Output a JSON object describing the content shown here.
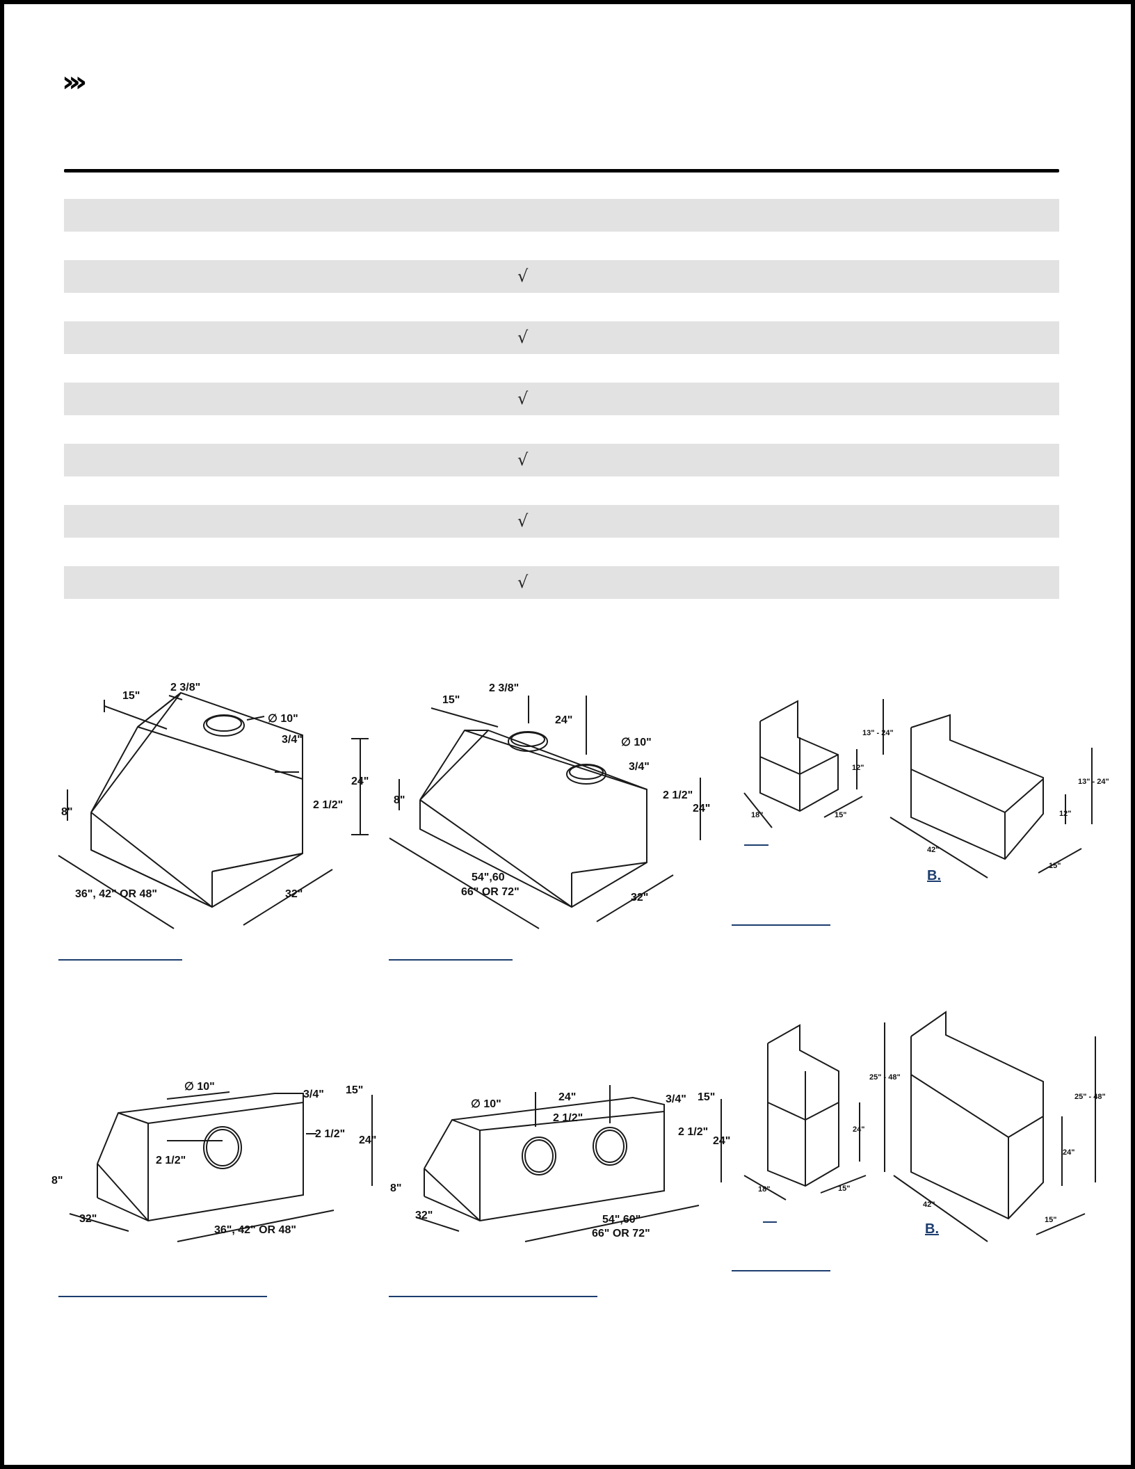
{
  "header": {
    "logo_glyph": "›››"
  },
  "table": {
    "rows": [
      {
        "mark": ""
      },
      {
        "mark": "√"
      },
      {
        "mark": "√"
      },
      {
        "mark": "√"
      },
      {
        "mark": "√"
      },
      {
        "mark": "√"
      },
      {
        "mark": "√"
      }
    ]
  },
  "drawings": {
    "hood1": {
      "d1": "15\"",
      "d2": "2 3/8\"",
      "d3": "∅ 10\"",
      "d4": "3/4\"",
      "d5": "24\"",
      "d6": "2 1/2\"",
      "d7": "8\"",
      "d8": "36\", 42\" OR 48\"",
      "d9": "32\""
    },
    "hood2": {
      "d1": "15\"",
      "d2": "2 3/8\"",
      "d3": "24\"",
      "d4": "∅ 10\"",
      "d5": "3/4\"",
      "d6": "2 1/2\"",
      "d7": "24\"",
      "d8": "8\"",
      "d9": "54\",60",
      "d10": "66\" OR 72\"",
      "d11": "32\""
    },
    "chimney1": {
      "d1": "13\" - 24\"",
      "d2": "12\"",
      "d3": "18\"",
      "d4": "15\"",
      "d5": "13\" - 24\"",
      "d6": "12\"",
      "d7": "42\"",
      "d8": "15\"",
      "label_b": "B."
    },
    "hood3": {
      "d1": "∅ 10\"",
      "d2": "3/4\"",
      "d3": "15\"",
      "d4": "2 1/2\"",
      "d5": "24\"",
      "d6": "2 1/2\"",
      "d7": "8\"",
      "d8": "32\"",
      "d9": "36\", 42\" OR 48\""
    },
    "hood4": {
      "d1": "∅ 10\"",
      "d2": "24\"",
      "d3": "3/4\"",
      "d4": "15\"",
      "d5": "2 1/2\"",
      "d6": "2 1/2\"",
      "d7": "24\"",
      "d8": "8\"",
      "d9": "32\"",
      "d10": "54\",60\"",
      "d11": "66\" OR 72\""
    },
    "chimney2": {
      "d1": "25\" - 48\"",
      "d2": "24\"",
      "d3": "18\"",
      "d4": "15\"",
      "d5": "25\" - 48\"",
      "d6": "24\"",
      "d7": "42\"",
      "d8": "15\"",
      "label_b": "B."
    }
  }
}
